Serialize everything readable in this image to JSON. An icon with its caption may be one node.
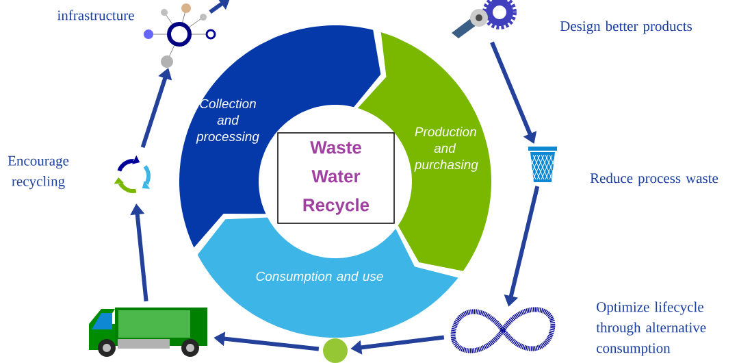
{
  "diagram": {
    "nodes": [
      {
        "text": [
          "Waste Water Recycle"
        ]
      },
      {
        "text": [
          "Collection and processing"
        ]
      },
      {
        "text": [
          "Production and purchasing"
        ]
      },
      {
        "text": [
          "Consumption and use"
        ]
      },
      {
        "text": [],
        "shape": "picture",
        "beside": [
          "infrastructure"
        ]
      },
      {
        "text": [],
        "shape": "picture",
        "beside": [
          "Design better products"
        ]
      },
      {
        "text": [],
        "shape": "picture",
        "beside": [
          "Reduce process waste"
        ]
      },
      {
        "text": [],
        "shape": "picture",
        "beside": [
          "Optimize lifecycle through alternative consumption"
        ]
      },
      {
        "text": [],
        "shape": "circle"
      },
      {
        "text": [],
        "shape": "picture"
      },
      {
        "text": [],
        "shape": "picture",
        "beside": [
          "Encourage recycling"
        ]
      }
    ],
    "edges": [
      {
        "from": 4,
        "to": null,
        "arrow": "to"
      },
      {
        "from": 5,
        "to": 6,
        "arrow": "to"
      },
      {
        "from": 6,
        "to": 7,
        "arrow": "to"
      },
      {
        "from": 7,
        "to": 8,
        "arrow": "to"
      },
      {
        "from": 8,
        "to": 9,
        "arrow": "to"
      },
      {
        "from": 9,
        "to": 10,
        "arrow": "to"
      },
      {
        "from": 10,
        "to": 4,
        "arrow": "to"
      }
    ]
  }
}
